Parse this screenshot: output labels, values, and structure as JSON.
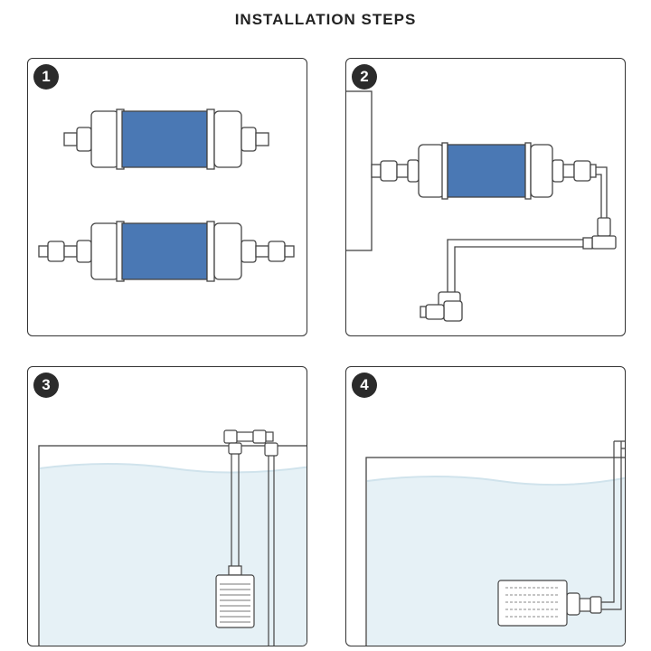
{
  "title": "INSTALLATION STEPS",
  "steps": [
    {
      "number": "1",
      "icon": "filter-cartridges-icon"
    },
    {
      "number": "2",
      "icon": "filter-tube-assembly-icon"
    },
    {
      "number": "3",
      "icon": "tank-intake-icon"
    },
    {
      "number": "4",
      "icon": "tank-outlet-icon"
    }
  ],
  "colors": {
    "cartridge_blue": "#4a78b4",
    "water": "#e6f1f6",
    "water_surface": "#d6e8f0",
    "outline": "#333333"
  }
}
